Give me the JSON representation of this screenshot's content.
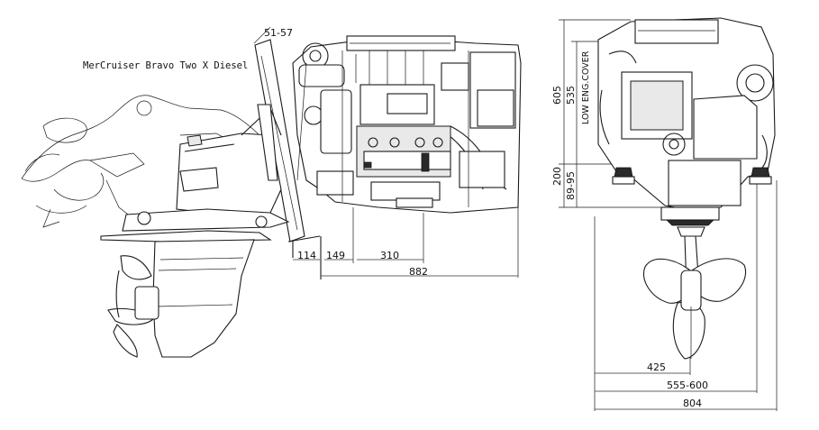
{
  "drawing": {
    "title": "MerCruiser Bravo Two X Diesel",
    "side_view": {
      "dim_top_angle": "51-57",
      "dim_bottom": [
        "114",
        "149",
        "310"
      ],
      "dim_total": "882"
    },
    "front_view": {
      "dim_heights": [
        "605",
        "535"
      ],
      "cover_label": "LOW ENG.COVER",
      "dim_lower": [
        "200",
        "89-95"
      ],
      "dim_widths": [
        "425",
        "555-600",
        "804"
      ]
    }
  }
}
